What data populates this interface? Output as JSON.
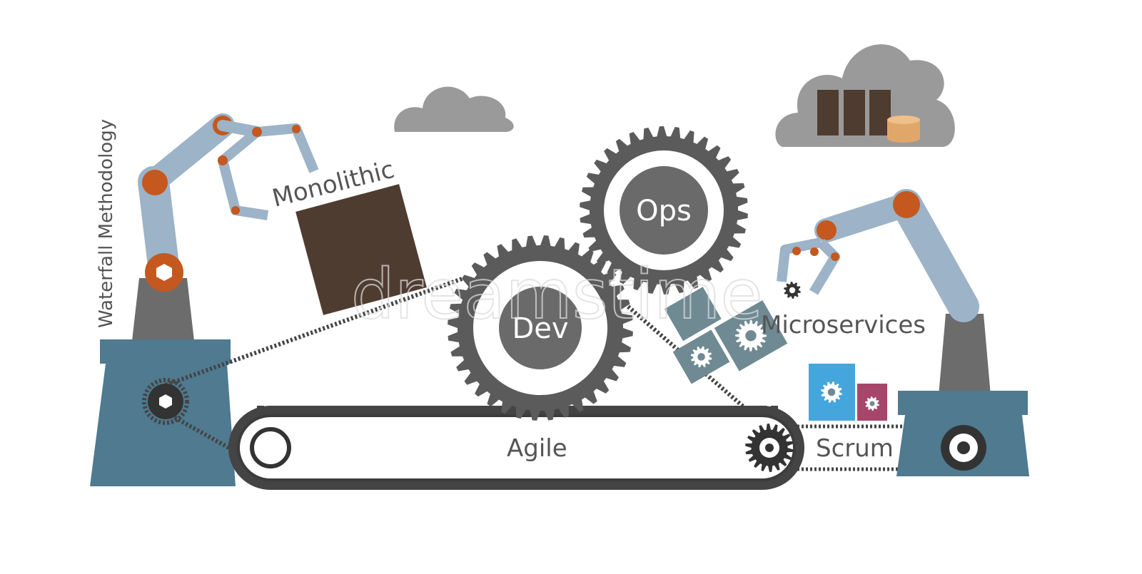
{
  "diagram": {
    "labels": {
      "waterfall": "Waterfall Methodology",
      "monolithic": "Monolithic",
      "ops": "Ops",
      "dev": "Dev",
      "microservices": "Microservices",
      "agile": "Agile",
      "scrum": "Scrum"
    },
    "watermark": "dreamstime"
  },
  "colors": {
    "arm": "#9db3c7",
    "joint": "#c4581f",
    "base": "#4f7a90",
    "pedestal": "#6c6c6c",
    "gear": "#5b5b5b",
    "gear_hub": "#6a6a6a",
    "box": "#4f3c31",
    "cloud": "#9a9a9a",
    "tile": "#6f8a92",
    "blue_box": "#45a6dd",
    "pink_box": "#a8456b",
    "cylinder": "#e0a76b"
  },
  "icons": [
    "cloud-icon",
    "server-icon",
    "database-icon",
    "gear-icon",
    "robot-arm-icon",
    "conveyor-belt-icon"
  ]
}
